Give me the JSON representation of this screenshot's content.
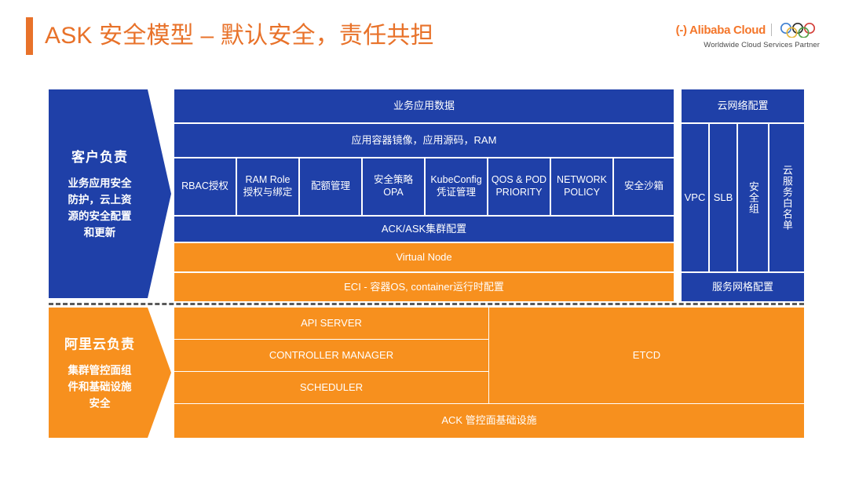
{
  "header": {
    "title": "ASK 安全模型 – 默认安全，责任共担",
    "brand_name": "(-) Alibaba Cloud",
    "brand_tagline": "Worldwide Cloud Services Partner",
    "rings_icon": "olympic-rings-icon",
    "accent_color": "#E8722A"
  },
  "colors": {
    "blue": "#1F40A8",
    "orange": "#F7901E",
    "divider": "#5A5A5A",
    "white": "#FFFFFF"
  },
  "responsibility": {
    "customer": {
      "title": "客户负责",
      "description": "业务应用安全防护，云上资源的安全配置和更新"
    },
    "provider": {
      "title": "阿里云负责",
      "description": "集群管控面组件和基础设施安全"
    }
  },
  "customer_stack": {
    "rows": [
      {
        "label": "业务应用数据",
        "color": "blue"
      },
      {
        "label": "应用容器镜像，应用源码，RAM",
        "color": "blue"
      }
    ],
    "features": [
      "RBAC授权",
      "RAM Role 授权与绑定",
      "配额管理",
      "安全策略 OPA",
      "KubeConfig 凭证管理",
      "QOS & POD PRIORITY",
      "NETWORK POLICY",
      "安全沙箱"
    ],
    "lower_rows": [
      {
        "label": "ACK/ASK集群配置",
        "color": "blue"
      },
      {
        "label": "Virtual Node",
        "color": "orange"
      },
      {
        "label": "ECI - 容器OS, container运行时配置",
        "color": "orange"
      }
    ]
  },
  "network_panel": {
    "header": "云网络配置",
    "footer": "服务网格配置",
    "columns": [
      "VPC",
      "SLB",
      "安全组",
      "云服务白名单"
    ]
  },
  "provider_stack": {
    "components": [
      "API SERVER",
      "CONTROLLER MANAGER",
      "SCHEDULER"
    ],
    "etcd": "ETCD",
    "infrastructure": "ACK 管控面基础设施"
  }
}
